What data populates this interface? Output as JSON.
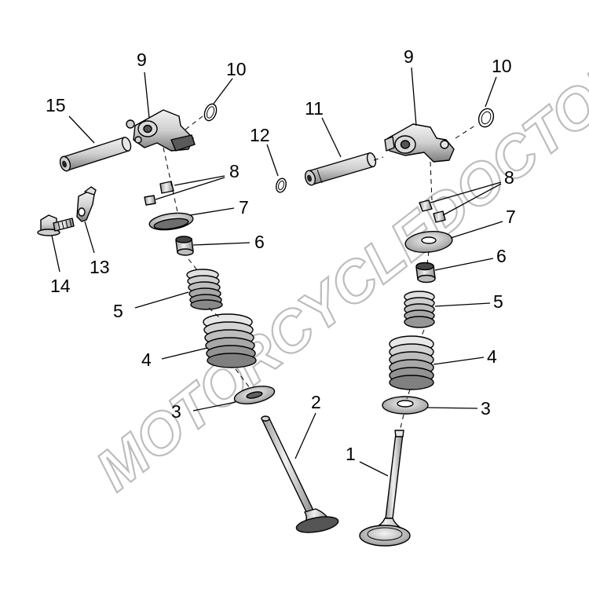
{
  "watermark": {
    "text": "MOTORCYCLEDOCTOR"
  },
  "callouts": [
    {
      "id": "L1",
      "label": "1"
    },
    {
      "id": "L2",
      "label": "2"
    },
    {
      "id": "L3a",
      "label": "3"
    },
    {
      "id": "L3b",
      "label": "3"
    },
    {
      "id": "L4a",
      "label": "4"
    },
    {
      "id": "L4b",
      "label": "4"
    },
    {
      "id": "L5a",
      "label": "5"
    },
    {
      "id": "L5b",
      "label": "5"
    },
    {
      "id": "L6a",
      "label": "6"
    },
    {
      "id": "L6b",
      "label": "6"
    },
    {
      "id": "L7a",
      "label": "7"
    },
    {
      "id": "L7b",
      "label": "7"
    },
    {
      "id": "L8a",
      "label": "8"
    },
    {
      "id": "L8b",
      "label": "8"
    },
    {
      "id": "L9a",
      "label": "9"
    },
    {
      "id": "L9b",
      "label": "9"
    },
    {
      "id": "L10a",
      "label": "10"
    },
    {
      "id": "L10b",
      "label": "10"
    },
    {
      "id": "L11",
      "label": "11"
    },
    {
      "id": "L12",
      "label": "12"
    },
    {
      "id": "L13",
      "label": "13"
    },
    {
      "id": "L14",
      "label": "14"
    },
    {
      "id": "L15",
      "label": "15"
    }
  ]
}
